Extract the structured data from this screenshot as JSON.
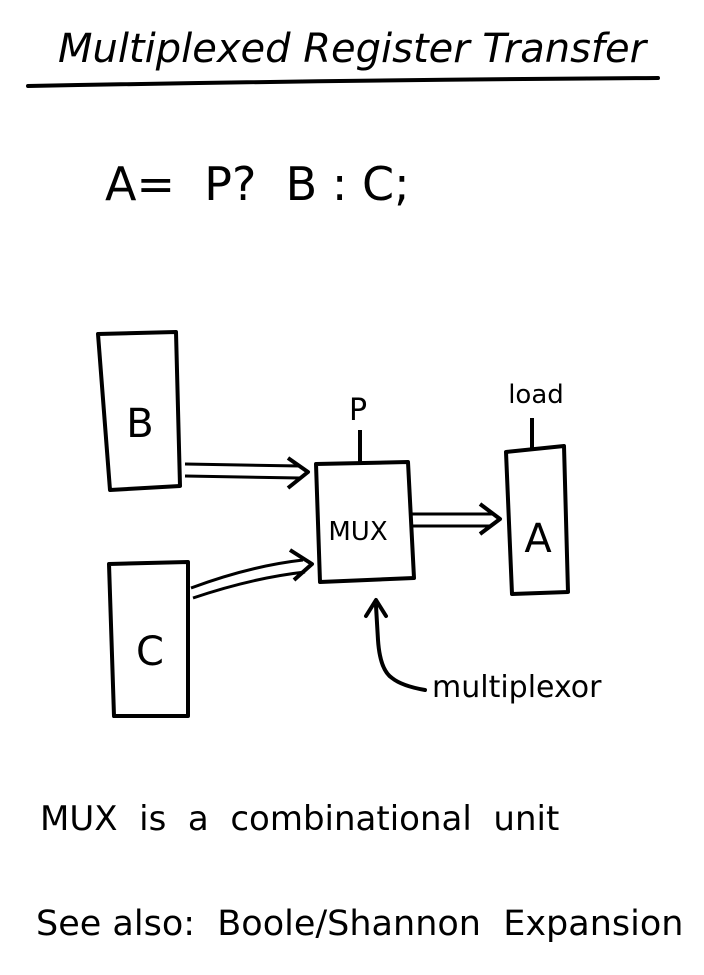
{
  "title": "Multiplexed Register Transfer",
  "equation": "A=  P?  B : C;",
  "diagram": {
    "register_b_label": "B",
    "register_c_label": "C",
    "mux_label": "MUX",
    "select_label": "P",
    "register_a_label": "A",
    "load_label": "load",
    "annotation_label": "multiplexor"
  },
  "notes": {
    "line1": "MUX  is  a  combinational  unit",
    "line2": "See also:  Boole/Shannon  Expansion"
  },
  "colors": {
    "ink": "#000000",
    "paper": "#ffffff"
  }
}
